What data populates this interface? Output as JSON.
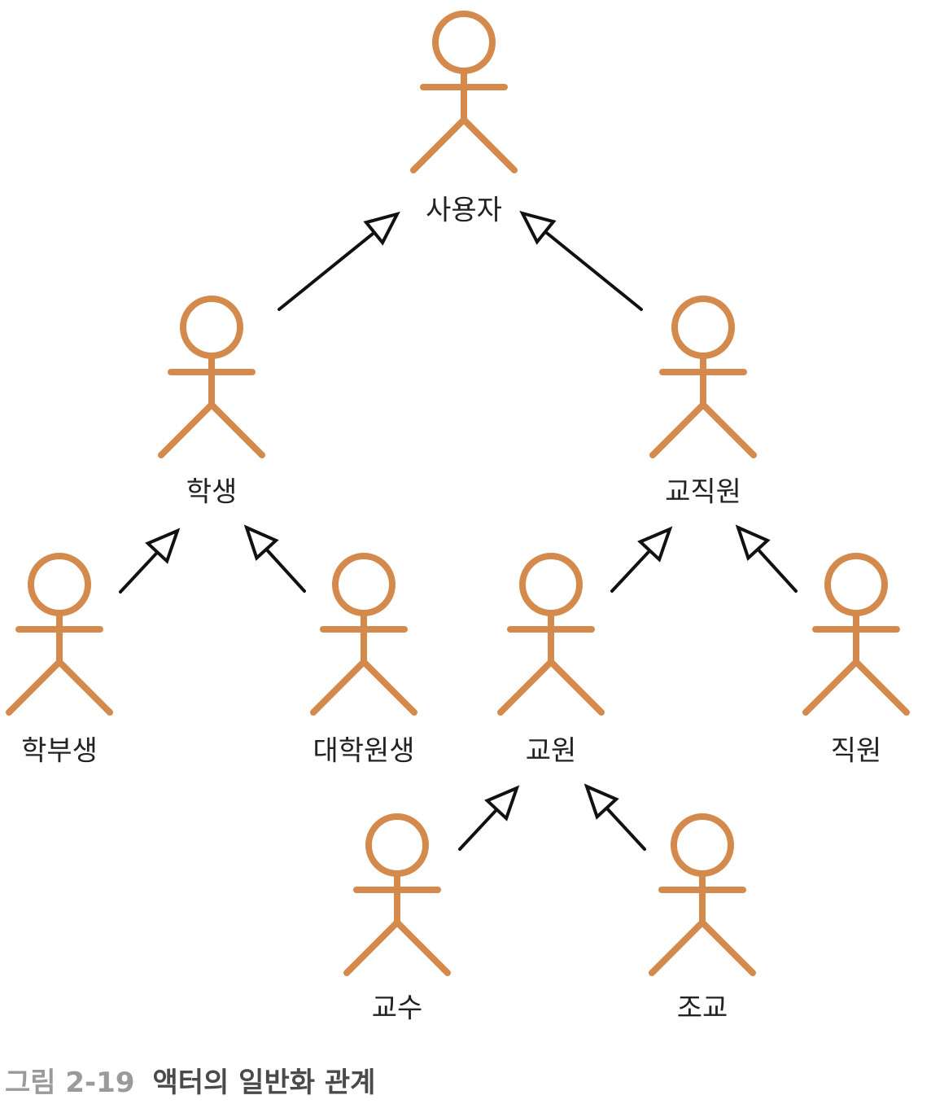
{
  "colors": {
    "actor": "#D48A4C",
    "arrow": "#111111",
    "text": "#222222",
    "caption_number": "#9a9a9a",
    "caption_text": "#4a4a4a"
  },
  "actors": {
    "user": "사용자",
    "student": "학생",
    "staff_all": "교직원",
    "undergrad": "학부생",
    "grad": "대학원생",
    "faculty": "교원",
    "staff": "직원",
    "professor": "교수",
    "assistant": "조교"
  },
  "generalizations": [
    {
      "child": "student",
      "parent": "user"
    },
    {
      "child": "staff_all",
      "parent": "user"
    },
    {
      "child": "undergrad",
      "parent": "student"
    },
    {
      "child": "grad",
      "parent": "student"
    },
    {
      "child": "faculty",
      "parent": "staff_all"
    },
    {
      "child": "staff",
      "parent": "staff_all"
    },
    {
      "child": "professor",
      "parent": "faculty"
    },
    {
      "child": "assistant",
      "parent": "faculty"
    }
  ],
  "caption": {
    "number": "그림 2-19",
    "text": "액터의 일반화 관계"
  }
}
